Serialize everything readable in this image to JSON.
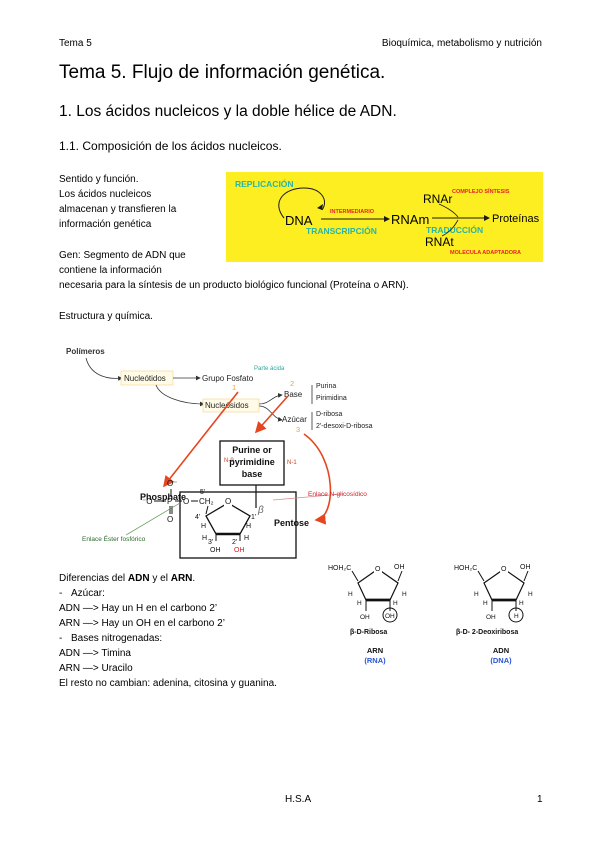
{
  "header": {
    "left": "Tema 5",
    "right": "Bioquímica, metabolismo y nutrición"
  },
  "title": "Tema 5. Flujo de información genética.",
  "section": "1. Los ácidos nucleicos y la doble hélice de ADN.",
  "subsection": "1.1. Composición de los ácidos nucleicos.",
  "sentido": {
    "heading": "Sentido y función.",
    "lines": [
      "Los ácidos nucleicos",
      "almacenan y transfieren la",
      "información genética"
    ]
  },
  "gen": {
    "lines": [
      "Gen: Segmento de ADN que",
      "contiene la información",
      "necesaria para la síntesis de un producto biológico funcional (Proteína o ARN)."
    ]
  },
  "flow": {
    "colors": {
      "bg": "#fcee21",
      "green": "#2ab5a5",
      "red": "#e8202a",
      "black": "#1a1a1a"
    },
    "replicacion": "REPLICACIÓN",
    "transcripcion": "TRANSCRIPCIÓN",
    "traduccion": "TRADUCCIÓN",
    "dna": "DNA",
    "intermediario": "INTERMEDIARIO",
    "rnam": "RNAm",
    "rnar": "RNAr",
    "rnat": "RNAt",
    "complejo": "COMPLEJO SÍNTESIS",
    "proteinas": "Proteínas",
    "molecula": "MOLECULA ADAPTADORA"
  },
  "estructura_heading": "Estructura y química.",
  "scheme": {
    "polimeros": "Polímeros",
    "nucleotidos": "Nucleótidos",
    "grupo_fosfato": "Grupo Fosfato",
    "parte_acida": "Parte ácida",
    "num1": "1",
    "num2": "2",
    "num3": "3",
    "nucleosidos": "Nucleósidos",
    "base": "Base",
    "purina": "Purina",
    "pirimidina": "Pirimidina",
    "azucar": "Azúcar",
    "d_ribosa": "D-ribosa",
    "desoxi": "2'-desoxi-D-ribosa",
    "n9": "N-9",
    "n1": "N-1",
    "purine_box": [
      "Purine  or",
      "pyrimidine",
      "base"
    ],
    "phosphate": "Phosphate",
    "enlace_n": "Enlace N-glicosídico",
    "beta": "β",
    "pentose": "Pentose",
    "enlace_ester": "Enlace Éster fosfórico",
    "o_minus_top": "O⁻",
    "o_minus_left": "⁻O",
    "p": "P",
    "o1": "O",
    "o2": "O",
    "ch2": "CH₂",
    "c5": "5'",
    "c4": "4'",
    "c3": "3'",
    "c2": "2'",
    "c1": "1'",
    "ring_o": "O",
    "h": "H",
    "oh": "OH",
    "oh_red": "OH"
  },
  "diferencias": {
    "heading_pre": "Diferencias del ",
    "heading_b1": "ADN",
    "heading_mid": " y el ",
    "heading_b2": "ARN",
    "heading_end": ".",
    "azucar": "Azúcar:",
    "adn_azucar": "ADN —> Hay un H en el carbono 2’",
    "arn_azucar": "ARN —> Hay un OH en el carbono 2’",
    "bases": "Bases nitrogenadas:",
    "adn_base": "ADN —> Timina",
    "arn_base": "ARN —> Uracilo",
    "resto": "El resto no cambian: adenina, citosina y guanina."
  },
  "sugars": {
    "ribosa": {
      "hoh2c": "HOH₂C",
      "oh": "OH",
      "h": "H",
      "label": "β-D-Ribosa",
      "name": "ARN",
      "name_en": "(RNA)"
    },
    "deoxi": {
      "hoh2c": "HOH₂C",
      "oh": "OH",
      "h": "H",
      "label": "β-D-  2-Deoxiribosa",
      "name": "ADN",
      "name_en": "(DNA)"
    },
    "ring_o": "O",
    "blue": "#2a52d6"
  },
  "footer": {
    "center": "H.S.A",
    "page": "1"
  }
}
